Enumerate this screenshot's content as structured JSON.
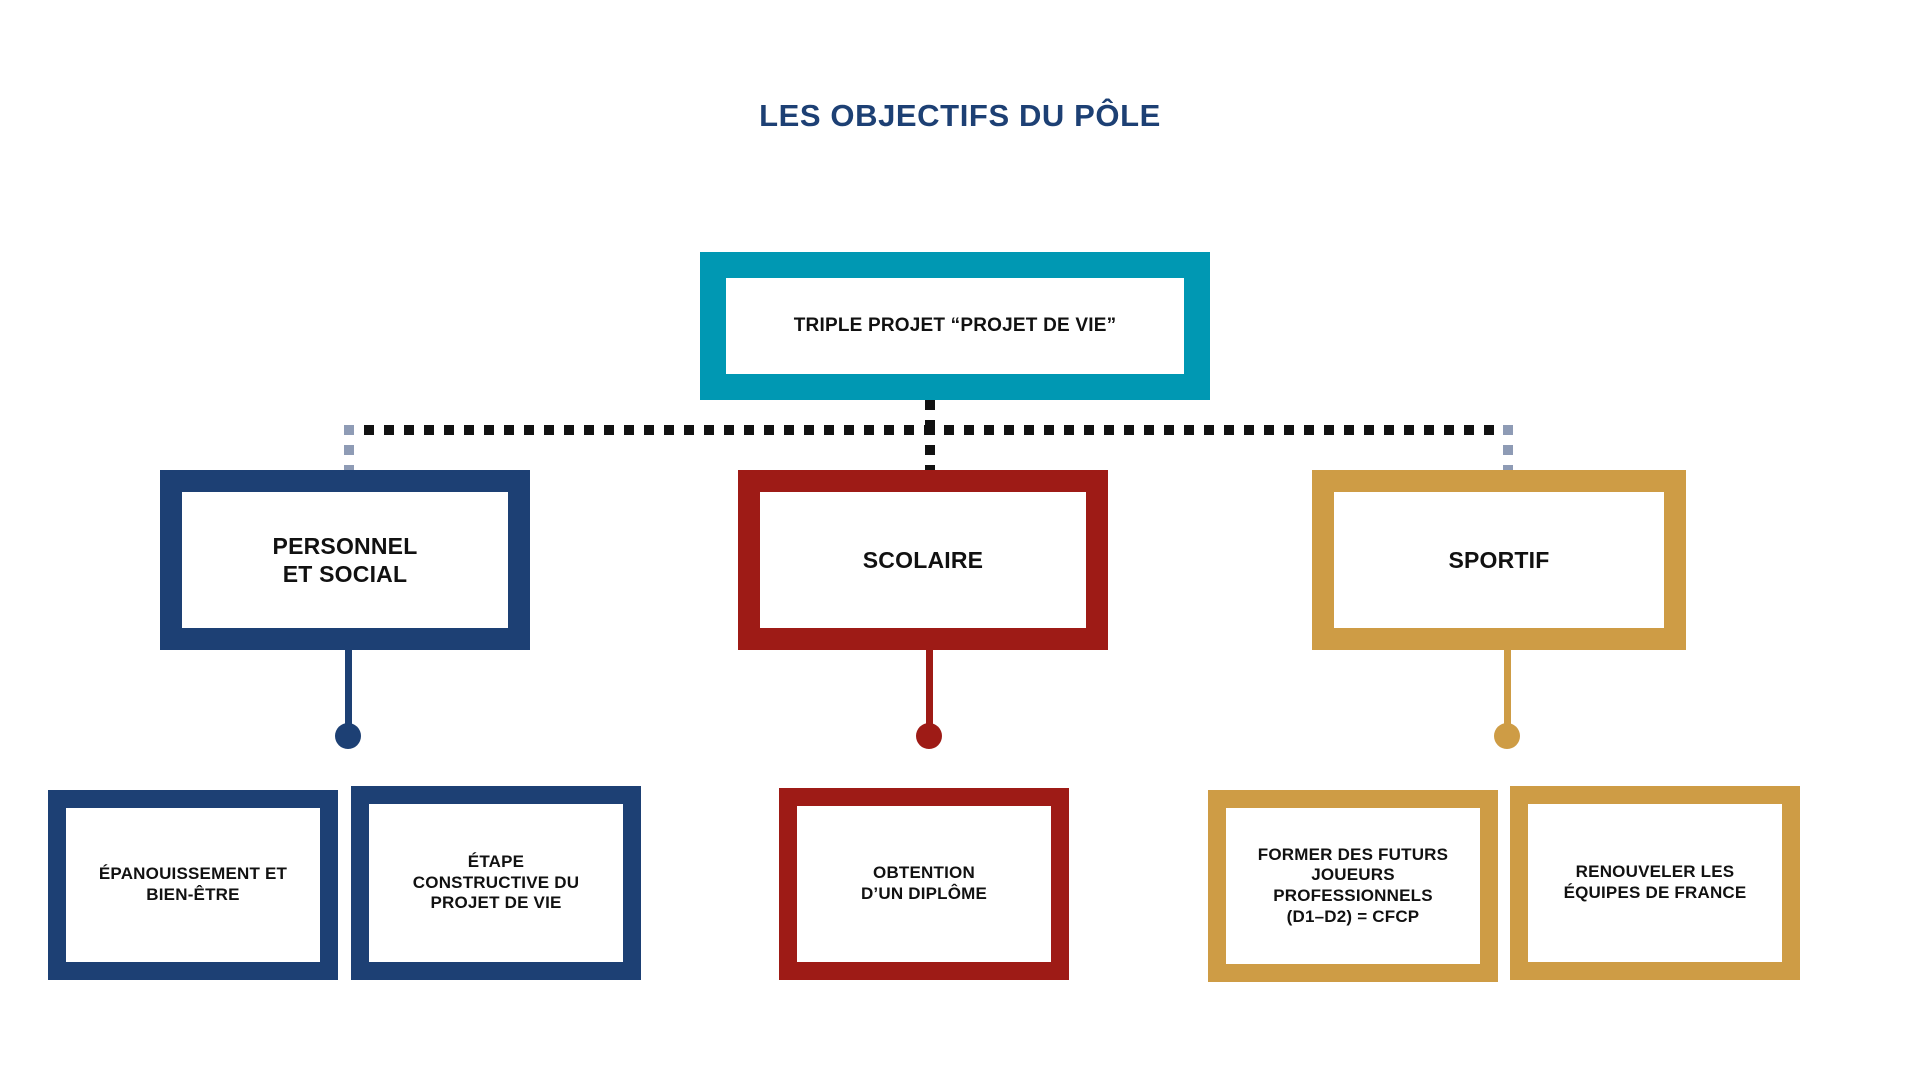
{
  "title": "LES OBJECTIFS DU PÔLE",
  "colors": {
    "title_blue": "#1D4074",
    "teal": "#0098B3",
    "navy": "#1D4074",
    "red": "#9E1B16",
    "gold": "#CE9C45",
    "connector_black": "#111111",
    "connector_grey": "#8E9BB5",
    "text_black": "#111111",
    "background": "#FFFFFF"
  },
  "root": {
    "label": "TRIPLE PROJET “PROJET DE VIE”",
    "color": "#0098B3"
  },
  "branches": [
    {
      "label": "PERSONNEL\nET SOCIAL",
      "color": "#1D4074",
      "connector_color": "#8E9BB5",
      "children": [
        {
          "label": "ÉPANOUISSEMENT ET\nBIEN-ÊTRE"
        },
        {
          "label": "ÉTAPE\nCONSTRUCTIVE DU\nPROJET DE VIE"
        }
      ]
    },
    {
      "label": "SCOLAIRE",
      "color": "#9E1B16",
      "connector_color": "#111111",
      "children": [
        {
          "label": "OBTENTION\nD’UN DIPLÔME"
        }
      ]
    },
    {
      "label": "SPORTIF",
      "color": "#CE9C45",
      "connector_color": "#8E9BB5",
      "children": [
        {
          "label": "FORMER DES FUTURS\nJOUEURS\nPROFESSIONNELS\n(D1–D2) = CFCP"
        },
        {
          "label": "RENOUVELER LES\nÉQUIPES DE FRANCE"
        }
      ]
    }
  ]
}
